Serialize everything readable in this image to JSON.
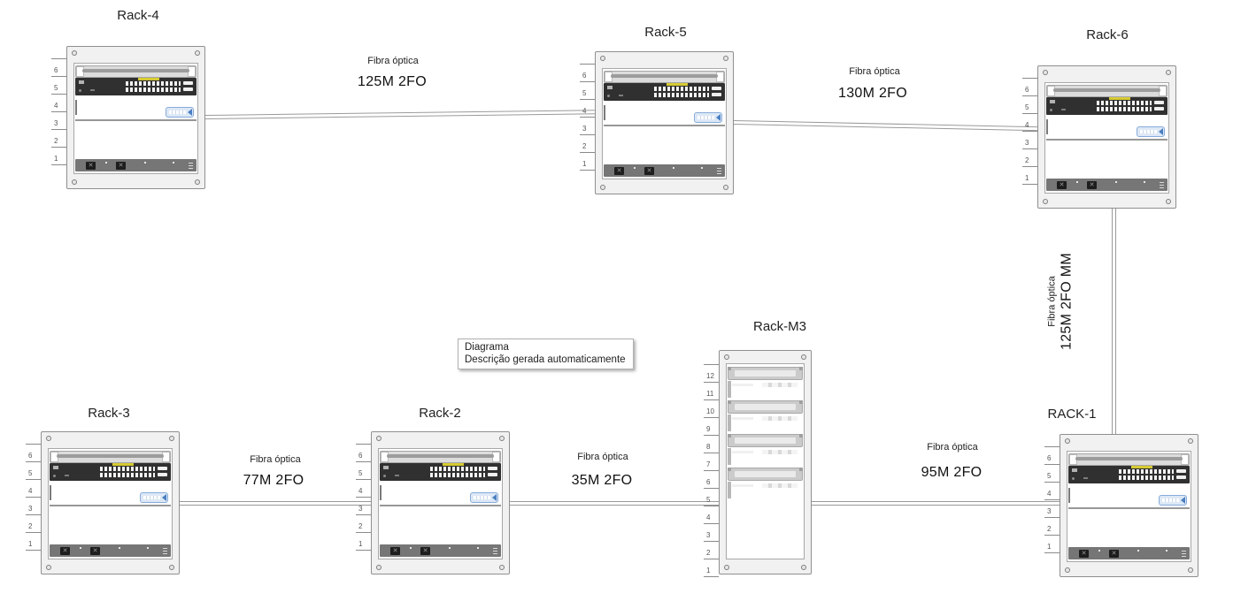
{
  "diagram": {
    "background": "#ffffff",
    "tooltip": {
      "line1": "Diagrama",
      "line2": "Descrição gerada automaticamente"
    }
  },
  "racks": [
    {
      "id": "rack-4",
      "title": "Rack-4",
      "units": 6,
      "unit_labels": [
        "6",
        "5",
        "4",
        "3",
        "2",
        "1"
      ],
      "equipment": [
        "cable-organizer",
        "switch-24-port",
        "blue-media-converter",
        "power-strip"
      ]
    },
    {
      "id": "rack-5",
      "title": "Rack-5",
      "units": 6,
      "unit_labels": [
        "6",
        "5",
        "4",
        "3",
        "2",
        "1"
      ],
      "equipment": [
        "cable-organizer",
        "switch-24-port",
        "blue-media-converter",
        "power-strip"
      ]
    },
    {
      "id": "rack-6",
      "title": "Rack-6",
      "units": 6,
      "unit_labels": [
        "6",
        "5",
        "4",
        "3",
        "2",
        "1"
      ],
      "equipment": [
        "cable-organizer",
        "switch-24-port",
        "blue-media-converter",
        "power-strip"
      ]
    },
    {
      "id": "rack-3",
      "title": "Rack-3",
      "units": 6,
      "unit_labels": [
        "6",
        "5",
        "4",
        "3",
        "2",
        "1"
      ],
      "equipment": [
        "cable-organizer",
        "switch-24-port",
        "blue-media-converter",
        "power-strip"
      ]
    },
    {
      "id": "rack-2",
      "title": "Rack-2",
      "units": 6,
      "unit_labels": [
        "6",
        "5",
        "4",
        "3",
        "2",
        "1"
      ],
      "equipment": [
        "cable-organizer",
        "switch-24-port",
        "blue-media-converter",
        "power-strip"
      ]
    },
    {
      "id": "rack-m3",
      "title": "Rack-M3",
      "units": 12,
      "unit_labels": [
        "12",
        "11",
        "10",
        "9",
        "8",
        "7",
        "6",
        "5",
        "4",
        "3",
        "2",
        "1"
      ],
      "equipment": [
        "patch-panel",
        "server",
        "patch-panel",
        "server",
        "patch-panel",
        "server",
        "patch-panel",
        "server"
      ]
    },
    {
      "id": "rack-1",
      "title": "RACK-1",
      "units": 6,
      "unit_labels": [
        "6",
        "5",
        "4",
        "3",
        "2",
        "1"
      ],
      "equipment": [
        "cable-organizer",
        "switch-24-port",
        "blue-media-converter",
        "power-strip"
      ]
    }
  ],
  "links": [
    {
      "from": "Rack-4",
      "to": "Rack-5",
      "type": "Fibra óptica",
      "spec": "125M 2FO"
    },
    {
      "from": "Rack-5",
      "to": "Rack-6",
      "type": "Fibra óptica",
      "spec": "130M 2FO"
    },
    {
      "from": "Rack-6",
      "to": "RACK-1",
      "type": "Fibra óptica",
      "spec": "125M 2FO MM"
    },
    {
      "from": "Rack-3",
      "to": "Rack-2",
      "type": "Fibra óptica",
      "spec": "77M 2FO"
    },
    {
      "from": "Rack-2",
      "to": "Rack-M3",
      "type": "Fibra óptica",
      "spec": "35M 2FO"
    },
    {
      "from": "Rack-M3",
      "to": "RACK-1",
      "type": "Fibra óptica",
      "spec": "95M 2FO"
    }
  ],
  "colors": {
    "line": "#9a9a9a",
    "switch_body": "#303030",
    "label_sticker": "#d6ca33",
    "blue_device_fill": "#dde8f6",
    "blue_device_border": "#86abd9",
    "rack_frame": "#f1f1f1",
    "text": "#1a1a1a"
  }
}
